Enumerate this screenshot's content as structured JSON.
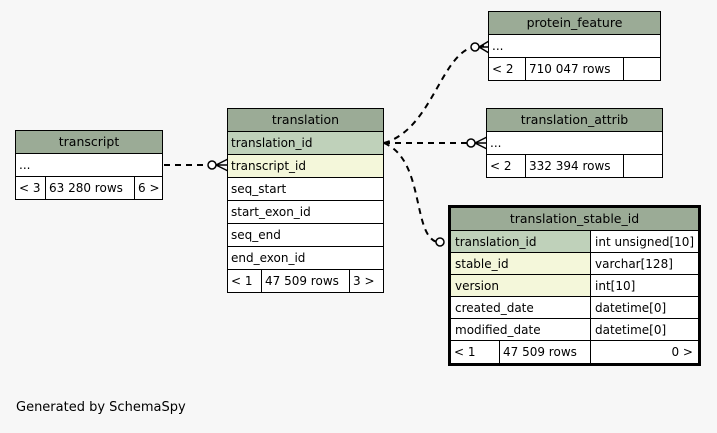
{
  "tables": {
    "transcript": {
      "title": "transcript",
      "rows": [
        "..."
      ],
      "footer": {
        "left": "< 3",
        "rows": "63 280 rows",
        "right": "6 >"
      }
    },
    "translation": {
      "title": "translation",
      "rows": [
        "translation_id",
        "transcript_id",
        "seq_start",
        "start_exon_id",
        "seq_end",
        "end_exon_id"
      ],
      "footer": {
        "left": "< 1",
        "rows": "47 509 rows",
        "right": "3 >"
      }
    },
    "protein_feature": {
      "title": "protein_feature",
      "rows": [
        "..."
      ],
      "footer": {
        "left": "< 2",
        "rows": "710 047 rows",
        "right": ""
      }
    },
    "translation_attrib": {
      "title": "translation_attrib",
      "rows": [
        "..."
      ],
      "footer": {
        "left": "< 2",
        "rows": "332 394 rows",
        "right": ""
      }
    },
    "translation_stable_id": {
      "title": "translation_stable_id",
      "columns": [
        {
          "name": "translation_id",
          "type": "int unsigned[10]"
        },
        {
          "name": "stable_id",
          "type": "varchar[128]"
        },
        {
          "name": "version",
          "type": "int[10]"
        },
        {
          "name": "created_date",
          "type": "datetime[0]"
        },
        {
          "name": "modified_date",
          "type": "datetime[0]"
        }
      ],
      "footer": {
        "left": "< 1",
        "rows": "47 509 rows",
        "right": "0 >"
      }
    }
  },
  "generated_by": "Generated by SchemaSpy",
  "colors": {
    "header": "#9bab96",
    "primary_key": "#bfd1ba",
    "foreign_key": "#f4f7da"
  }
}
